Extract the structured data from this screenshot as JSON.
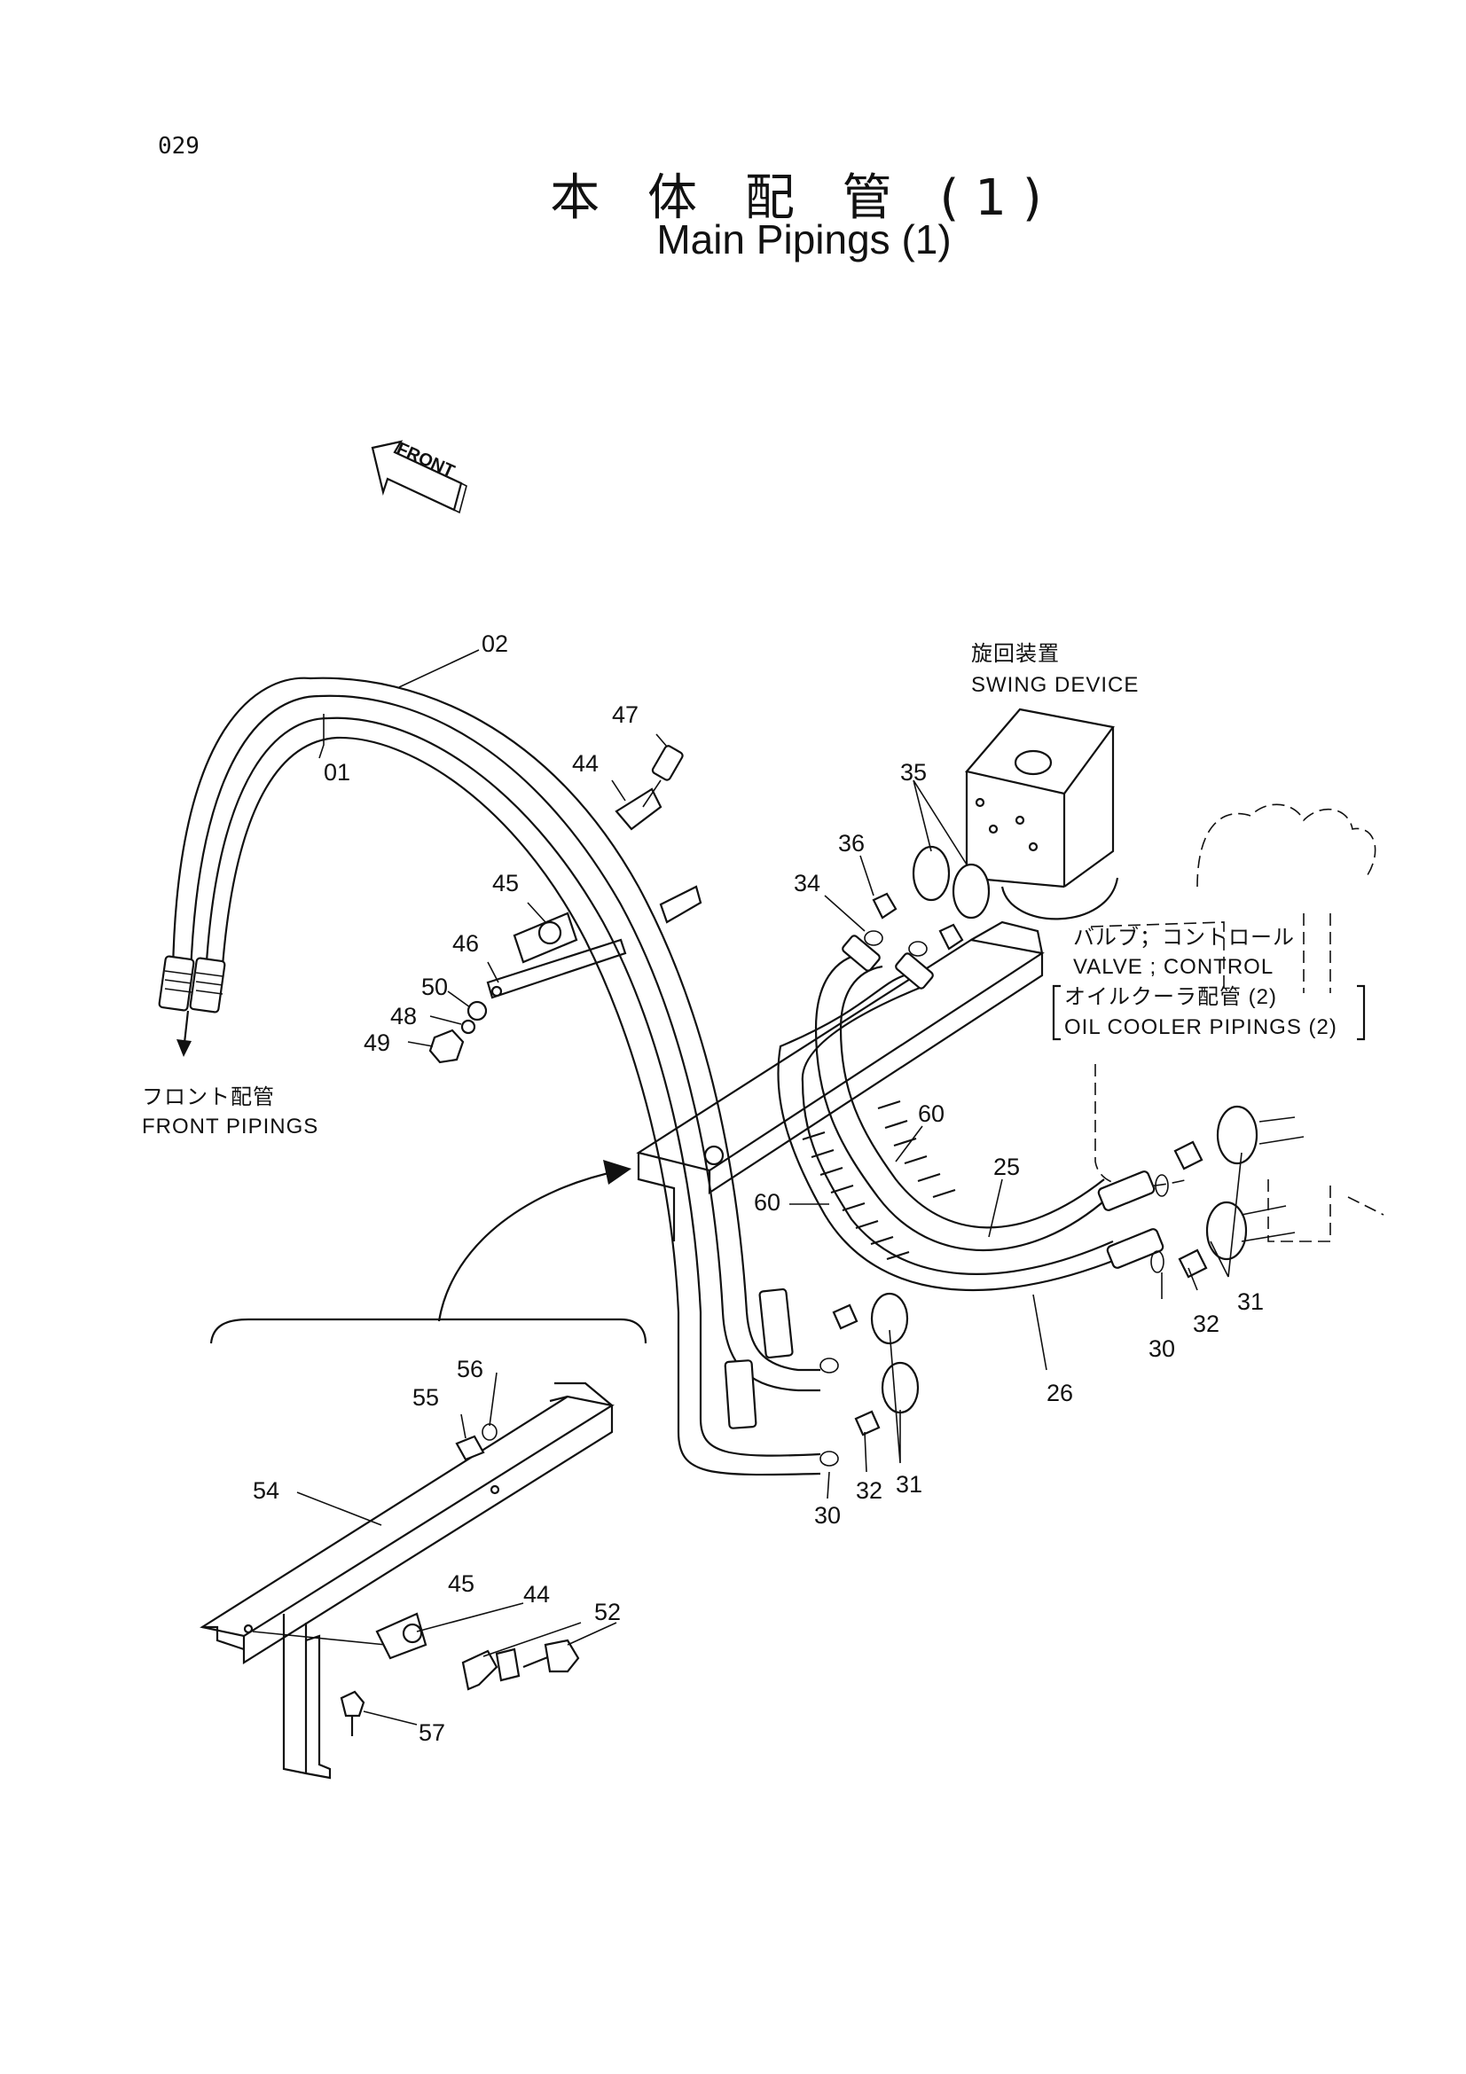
{
  "page": {
    "number": "029"
  },
  "title": {
    "japanese": "本 体 配 管 (1)",
    "english": "Main Pipings (1)"
  },
  "direction": {
    "front_label": "FRONT"
  },
  "notes": {
    "swing_jp": "旋回装置",
    "swing_en": "SWING DEVICE",
    "valve_jp": "バルブ；コントロール",
    "valve_en": "VALVE ; CONTROL",
    "oil_jp": "オイルクーラ配管 (2)",
    "oil_en": "OIL COOLER PIPINGS (2)",
    "front_jp": "フロント配管",
    "front_en": "FRONT PIPINGS"
  },
  "callouts": [
    "02",
    "01",
    "47",
    "44",
    "45",
    "46",
    "50",
    "48",
    "49",
    "35",
    "36",
    "34",
    "60",
    "60",
    "25",
    "31",
    "32",
    "30",
    "26",
    "31",
    "32",
    "30",
    "56",
    "55",
    "54",
    "45",
    "44",
    "52",
    "57"
  ]
}
